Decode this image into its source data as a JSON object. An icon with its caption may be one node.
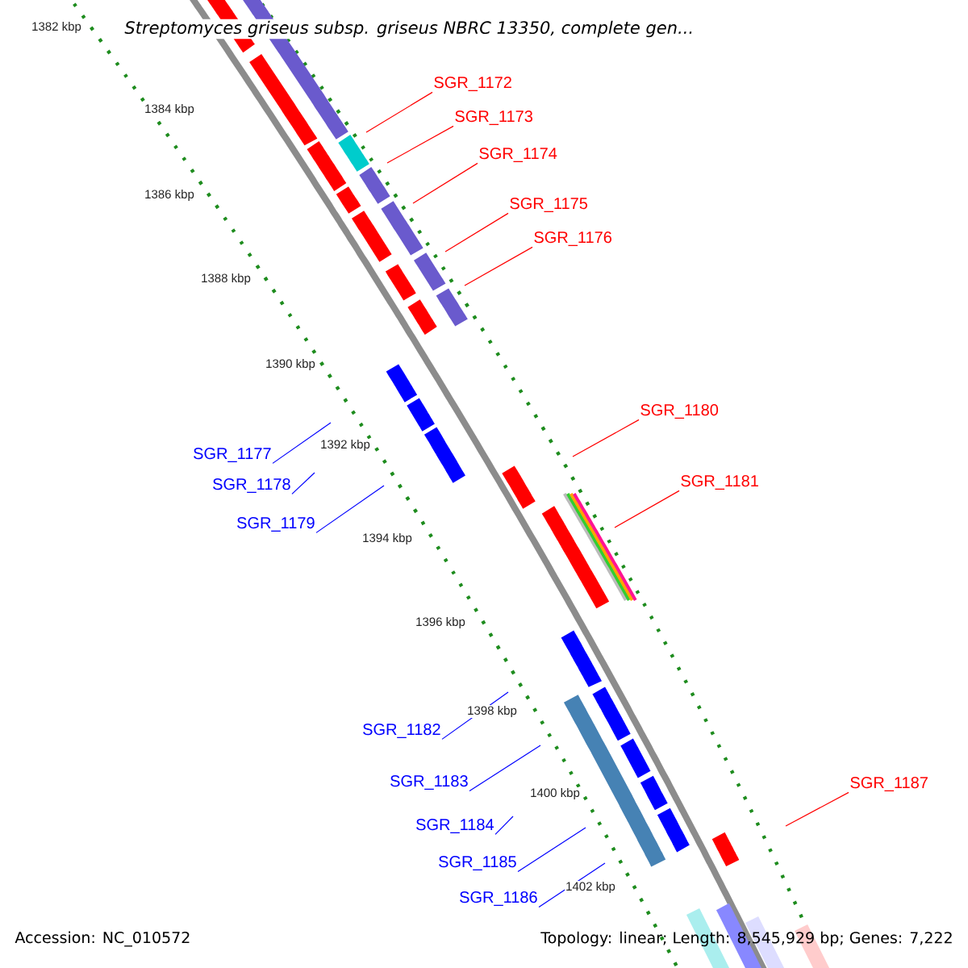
{
  "diagram": {
    "title": "Streptomyces griseus subsp. griseus NBRC 13350, complete gen...",
    "nodes": [
      {
        "text": [
          "SGR_1172"
        ]
      },
      {
        "text": [
          "SGR_1173"
        ]
      },
      {
        "text": [
          "SGR_1174"
        ]
      },
      {
        "text": [
          "SGR_1175"
        ]
      },
      {
        "text": [
          "SGR_1176"
        ]
      },
      {
        "text": [
          "SGR_1180"
        ]
      },
      {
        "text": [
          "SGR_1177"
        ]
      },
      {
        "text": [
          "SGR_1178"
        ]
      },
      {
        "text": [
          "SGR_1181"
        ]
      },
      {
        "text": [
          "SGR_1179"
        ]
      },
      {
        "text": [
          "SGR_1182"
        ]
      },
      {
        "text": [
          "SGR_1183"
        ]
      },
      {
        "text": [
          "SGR_1187"
        ]
      },
      {
        "text": [
          "SGR_1184"
        ]
      },
      {
        "text": [
          "SGR_1185"
        ]
      },
      {
        "text": [
          "SGR_1186"
        ]
      }
    ],
    "edges": [
      {
        "from": 0,
        "to": null,
        "arrow": "none",
        "color": "#ff0000"
      },
      {
        "from": 1,
        "to": null,
        "arrow": "none",
        "color": "#ff0000"
      },
      {
        "from": 2,
        "to": null,
        "arrow": "none",
        "color": "#ff0000"
      },
      {
        "from": 3,
        "to": null,
        "arrow": "none",
        "color": "#ff0000"
      },
      {
        "from": 4,
        "to": null,
        "arrow": "none",
        "color": "#ff0000"
      },
      {
        "from": 5,
        "to": null,
        "arrow": "none",
        "color": "#ff0000"
      },
      {
        "from": 6,
        "to": null,
        "arrow": "none",
        "color": "#0000ff"
      },
      {
        "from": 7,
        "to": null,
        "arrow": "none",
        "color": "#0000ff"
      },
      {
        "from": 8,
        "to": null,
        "arrow": "none",
        "color": "#ff0000"
      },
      {
        "from": 9,
        "to": null,
        "arrow": "none",
        "color": "#0000ff"
      },
      {
        "from": 10,
        "to": null,
        "arrow": "none",
        "color": "#0000ff"
      },
      {
        "from": 11,
        "to": null,
        "arrow": "none",
        "color": "#0000ff"
      },
      {
        "from": 12,
        "to": null,
        "arrow": "none",
        "color": "#ff0000"
      },
      {
        "from": 13,
        "to": null,
        "arrow": "none",
        "color": "#0000ff"
      },
      {
        "from": 14,
        "to": null,
        "arrow": "none",
        "color": "#0000ff"
      },
      {
        "from": 15,
        "to": null,
        "arrow": "none",
        "color": "#0000ff"
      }
    ],
    "labels": [
      "1382 kbp",
      "1384 kbp",
      "1386 kbp",
      "1388 kbp",
      "1390 kbp",
      "1392 kbp",
      "1394 kbp",
      "1396 kbp",
      "1398 kbp",
      "1400 kbp",
      "1402 kbp",
      "Accession: NC_010572",
      "Topology: linear; Length: 8,545,929 bp; Genes: 7,222"
    ]
  }
}
